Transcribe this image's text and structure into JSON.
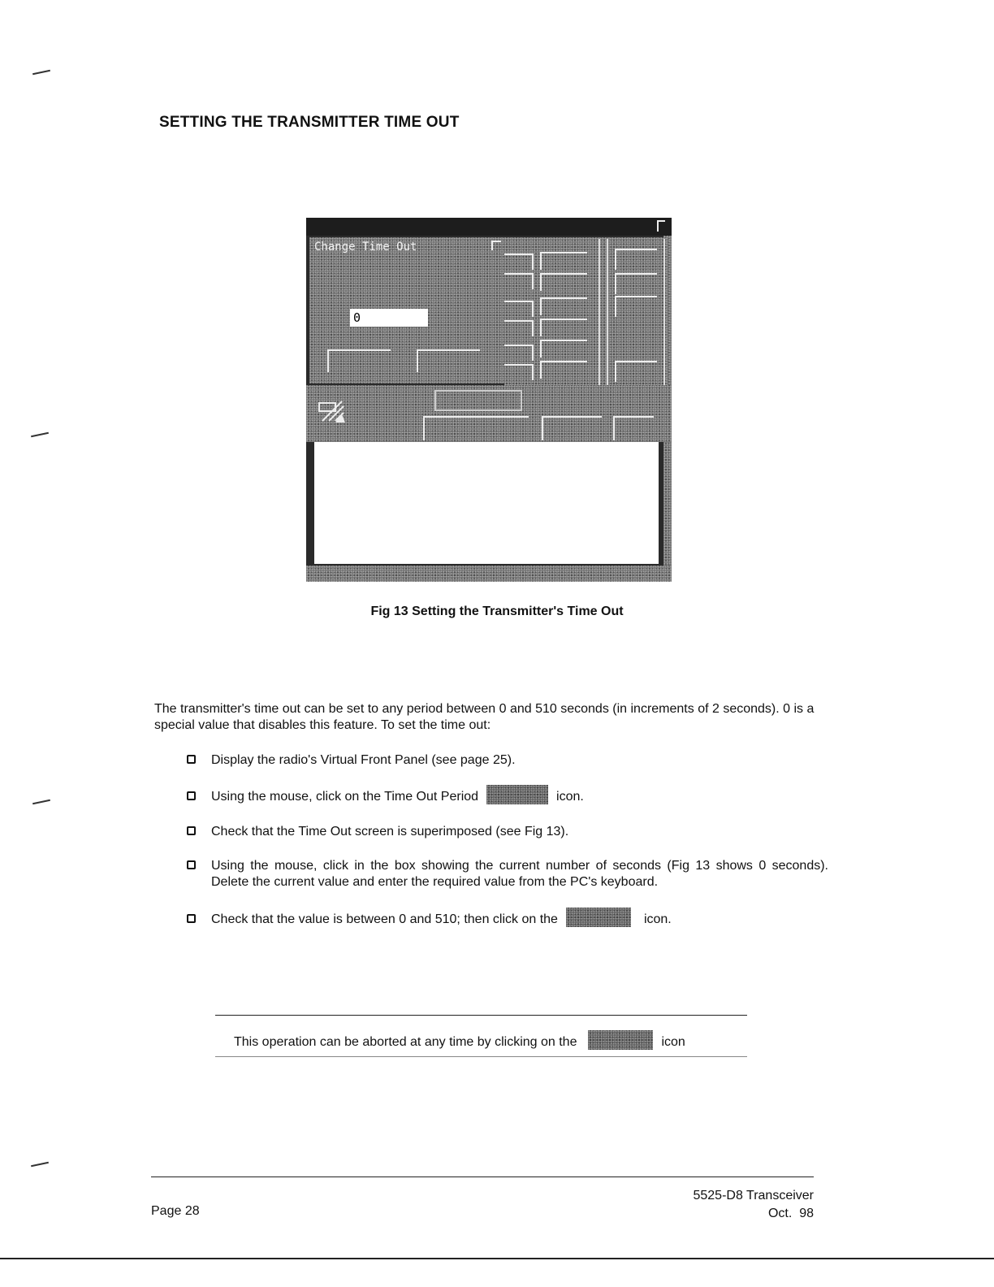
{
  "heading": "SETTING THE TRANSMITTER TIME OUT",
  "figure": {
    "dialog_title": "Change Time Out",
    "timeout_value": "0",
    "caption": "Fig 13  Setting the Transmitter's Time Out"
  },
  "intro": "The transmitter's time out can be set to any period between 0 and 510 seconds (in increments of 2 seconds).  0 is a special value that disables this feature. To set the time out:",
  "steps": [
    {
      "text": "Display the radio's Virtual Front Panel (see page 25)."
    },
    {
      "before": "Using the mouse, click on the Time Out Period",
      "after": "icon.",
      "icon": "time-out-period-icon"
    },
    {
      "text": "Check that the Time Out screen is superimposed (see Fig 13)."
    },
    {
      "text": "Using the mouse, click in the box showing the current number of seconds (Fig 13 shows 0 seconds). Delete the current value and enter the required value from the PC's keyboard."
    },
    {
      "before": "Check that the value is between 0 and 510; then click on the",
      "after": "icon.",
      "icon": "ok-icon"
    }
  ],
  "note": {
    "before": "This operation can be aborted at any time by clicking on the",
    "after": "icon",
    "icon": "abort-icon"
  },
  "footer": {
    "page": "Page 28",
    "product": "5525-D8 Transceiver",
    "date": "Oct.  98"
  }
}
